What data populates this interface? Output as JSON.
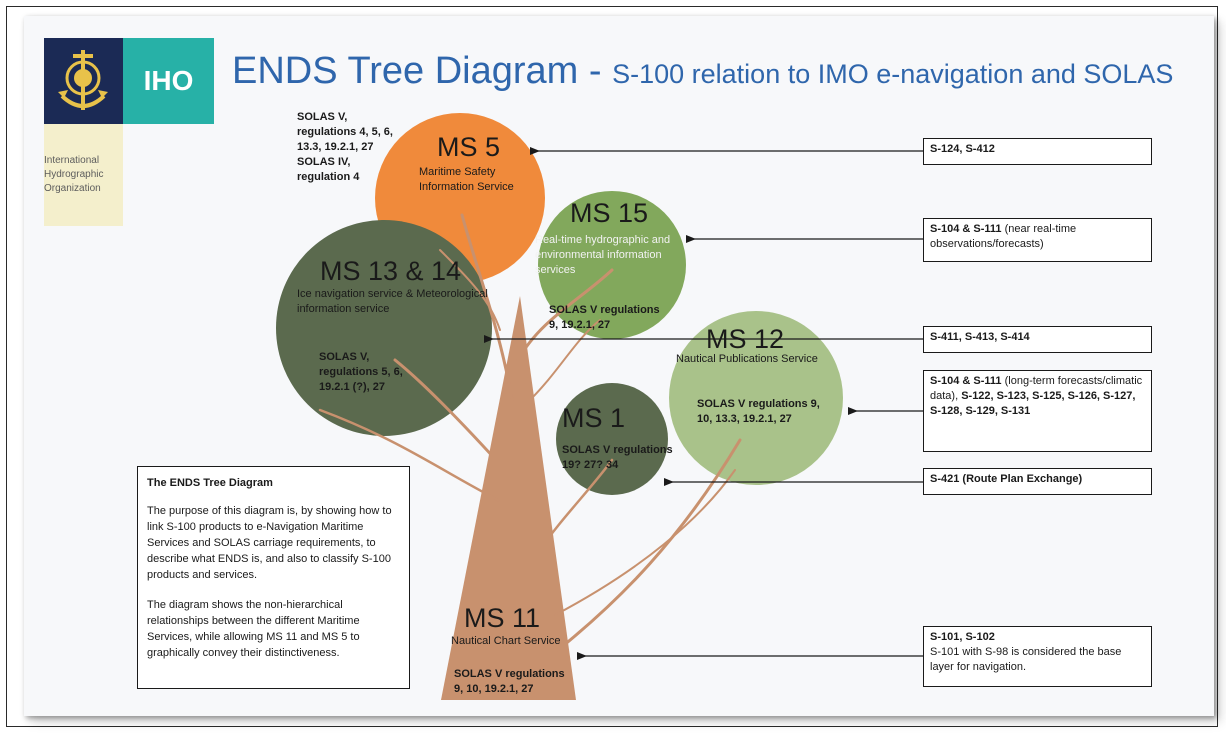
{
  "header": {
    "logo_text": "IHO",
    "org_name": "International Hydrographic Organization",
    "title_main": "ENDS Tree Diagram -",
    "title_sub": "S-100 relation to IMO e-navigation and SOLAS"
  },
  "services": {
    "ms5": {
      "name": "MS 5",
      "desc": "Maritime Safety Information Service",
      "color": "#f08a3b"
    },
    "ms15": {
      "name": "MS 15",
      "desc": "Real-time hydrographic and environmental information services",
      "solas": "SOLAS V regulations 9, 19.2.1, 27",
      "color": "#82a85c"
    },
    "ms1314": {
      "name": "MS 13 & 14",
      "desc": "Ice navigation service & Meteorological information service",
      "solas": "SOLAS V, regulations 5, 6, 19.2.1 (?), 27",
      "color": "#5b6a4e"
    },
    "ms12": {
      "name": "MS 12",
      "desc": "Nautical Publications Service",
      "solas": "SOLAS V regulations 9, 10, 13.3, 19.2.1, 27",
      "color": "#a9c28a"
    },
    "ms1": {
      "name": "MS 1",
      "solas": "SOLAS V regulations 19? 27? 34",
      "color": "#5b6a4e"
    },
    "ms11": {
      "name": "MS 11",
      "desc": "Nautical Chart Service",
      "solas": "SOLAS V regulations 9, 10, 19.2.1, 27",
      "color": "#c8916e"
    }
  },
  "ms5_solas_note": "SOLAS V, regulations 4, 5, 6, 13.3, 19.2.1, 27 SOLAS IV, regulation 4",
  "products": {
    "p1": {
      "bold": "S-124, S-412",
      "rest": ""
    },
    "p2": {
      "bold": "S-104 & S-111",
      "rest": " (near real-time observations/forecasts)"
    },
    "p3": {
      "bold": "S-411, S-413, S-414",
      "rest": ""
    },
    "p4": {
      "bold": "S-104 & S-111",
      "rest": " (long-term forecasts/climatic data), ",
      "bold2": "S-122, S-123, S-125, S-126, S-127, S-128, S-129, S-131"
    },
    "p5": {
      "bold": "S-421 (Route Plan Exchange)",
      "rest": ""
    },
    "p6": {
      "bold": "S-101, S-102",
      "rest": "S-101 with S-98 is considered the base layer for navigation."
    }
  },
  "info": {
    "heading": "The ENDS Tree Diagram",
    "para1": "The purpose of this diagram is, by showing how to link S-100 products to e-Navigation Maritime Services and SOLAS carriage requirements, to describe what ENDS is, and also to classify S-100 products and services.",
    "para2": "The diagram shows the non-hierarchical relationships between the different Maritime Services, while allowing MS 11 and MS 5 to graphically convey their distinctiveness."
  }
}
